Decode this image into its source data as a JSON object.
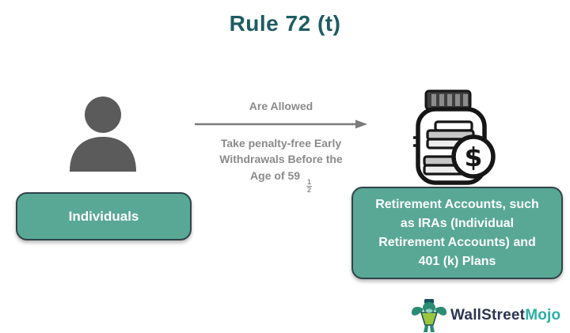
{
  "title": "Rule 72 (t)",
  "flow": {
    "top_label": "Are Allowed",
    "caption_lines": [
      "Take penalty-free Early",
      "Withdrawals Before the"
    ],
    "age_prefix": "Age of 59",
    "fraction": {
      "numerator": "1",
      "denominator": "2"
    }
  },
  "left_box": {
    "label": "Individuals"
  },
  "right_box": {
    "lines": [
      "Retirement Accounts, such",
      "as IRAs (Individual",
      "Retirement Accounts) and",
      "401 (k) Plans"
    ]
  },
  "icons": {
    "person": "person-icon",
    "coin_jar": "coin-jar-dollar-icon",
    "arrow": "arrow-right-icon",
    "bull": "wallstreetmojo-bull-icon",
    "dollar_sign": "$"
  },
  "logo": {
    "brand_part1": "WallStreet",
    "brand_part2": "Mojo"
  },
  "colors": {
    "title_teal": "#1d5c63",
    "box_teal": "#58a895",
    "box_border": "#31434b",
    "gray_text": "#8a8a8a",
    "icon_gray": "#5b5b5b",
    "logo_navy": "#2b3550",
    "logo_teal": "#2ab0a5"
  }
}
